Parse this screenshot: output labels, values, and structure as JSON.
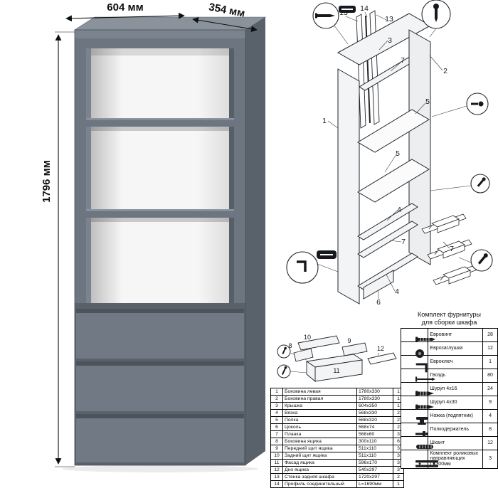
{
  "dimensions": {
    "width": "604 мм",
    "depth": "354 мм",
    "height": "1796 мм"
  },
  "assembly": {
    "labels": [
      "14",
      "13",
      "13",
      "3",
      "7",
      "2",
      "5",
      "1",
      "5",
      "4",
      "7",
      "7",
      "4",
      "6"
    ]
  },
  "drawer_diagram": {
    "labels": [
      "10",
      "8",
      "9",
      "11",
      "12"
    ]
  },
  "hardware": {
    "title_line1": "Комплект фурнитуры",
    "title_line2": "для сборки шкафа",
    "items": [
      {
        "icon": "eurovint-icon",
        "name": "Евровинт",
        "qty": "28"
      },
      {
        "icon": "euro-cap-icon",
        "name": "Еврозаглушка",
        "qty": "12"
      },
      {
        "icon": "euro-key-icon",
        "name": "Евроключ",
        "qty": "1"
      },
      {
        "icon": "nail-icon",
        "name": "Гвоздь",
        "qty": "80"
      },
      {
        "icon": "screw-icon",
        "name": "Шуруп 4x16",
        "qty": "24"
      },
      {
        "icon": "screw-icon",
        "name": "Шуруп 4x30",
        "qty": "9"
      },
      {
        "icon": "foot-icon",
        "name": "Ножка (подпятник)",
        "qty": "4"
      },
      {
        "icon": "shelf-support-icon",
        "name": "Полкодержатель",
        "qty": "8"
      },
      {
        "icon": "dowel-icon",
        "name": "Шкант",
        "qty": "12"
      },
      {
        "icon": "rail-icon",
        "name": "Комплект роликовых направляющих L=300мм",
        "qty": "3"
      }
    ]
  },
  "parts": {
    "rows": [
      {
        "num": "1",
        "name": "Боковина левая",
        "size": "1780x330",
        "qty": "1"
      },
      {
        "num": "2",
        "name": "Боковина правая",
        "size": "1780x330",
        "qty": "1"
      },
      {
        "num": "3",
        "name": "Крышка",
        "size": "604x350",
        "qty": "1"
      },
      {
        "num": "4",
        "name": "Вязка",
        "size": "568x330",
        "qty": "2"
      },
      {
        "num": "5",
        "name": "Полка",
        "size": "568x320",
        "qty": "2"
      },
      {
        "num": "6",
        "name": "Цоколь",
        "size": "568x74",
        "qty": "2"
      },
      {
        "num": "7",
        "name": "Планка",
        "size": "568x60",
        "qty": "3"
      },
      {
        "num": "8",
        "name": "Боковина ящика",
        "size": "300x110",
        "qty": "6"
      },
      {
        "num": "9",
        "name": "Передний щит ящика",
        "size": "511x110",
        "qty": "3"
      },
      {
        "num": "10",
        "name": "Задний щит ящика",
        "size": "511x110",
        "qty": "3"
      },
      {
        "num": "11",
        "name": "Фасад ящика",
        "size": "596x170",
        "qty": "3"
      },
      {
        "num": "12",
        "name": "Дно ящика",
        "size": "540x297",
        "qty": "3"
      },
      {
        "num": "13",
        "name": "Стенка задняя шкафа",
        "size": "1720x297",
        "qty": "2"
      },
      {
        "num": "14",
        "name": "Профиль соединительный",
        "size": "L=1690мм",
        "qty": "1"
      }
    ]
  }
}
